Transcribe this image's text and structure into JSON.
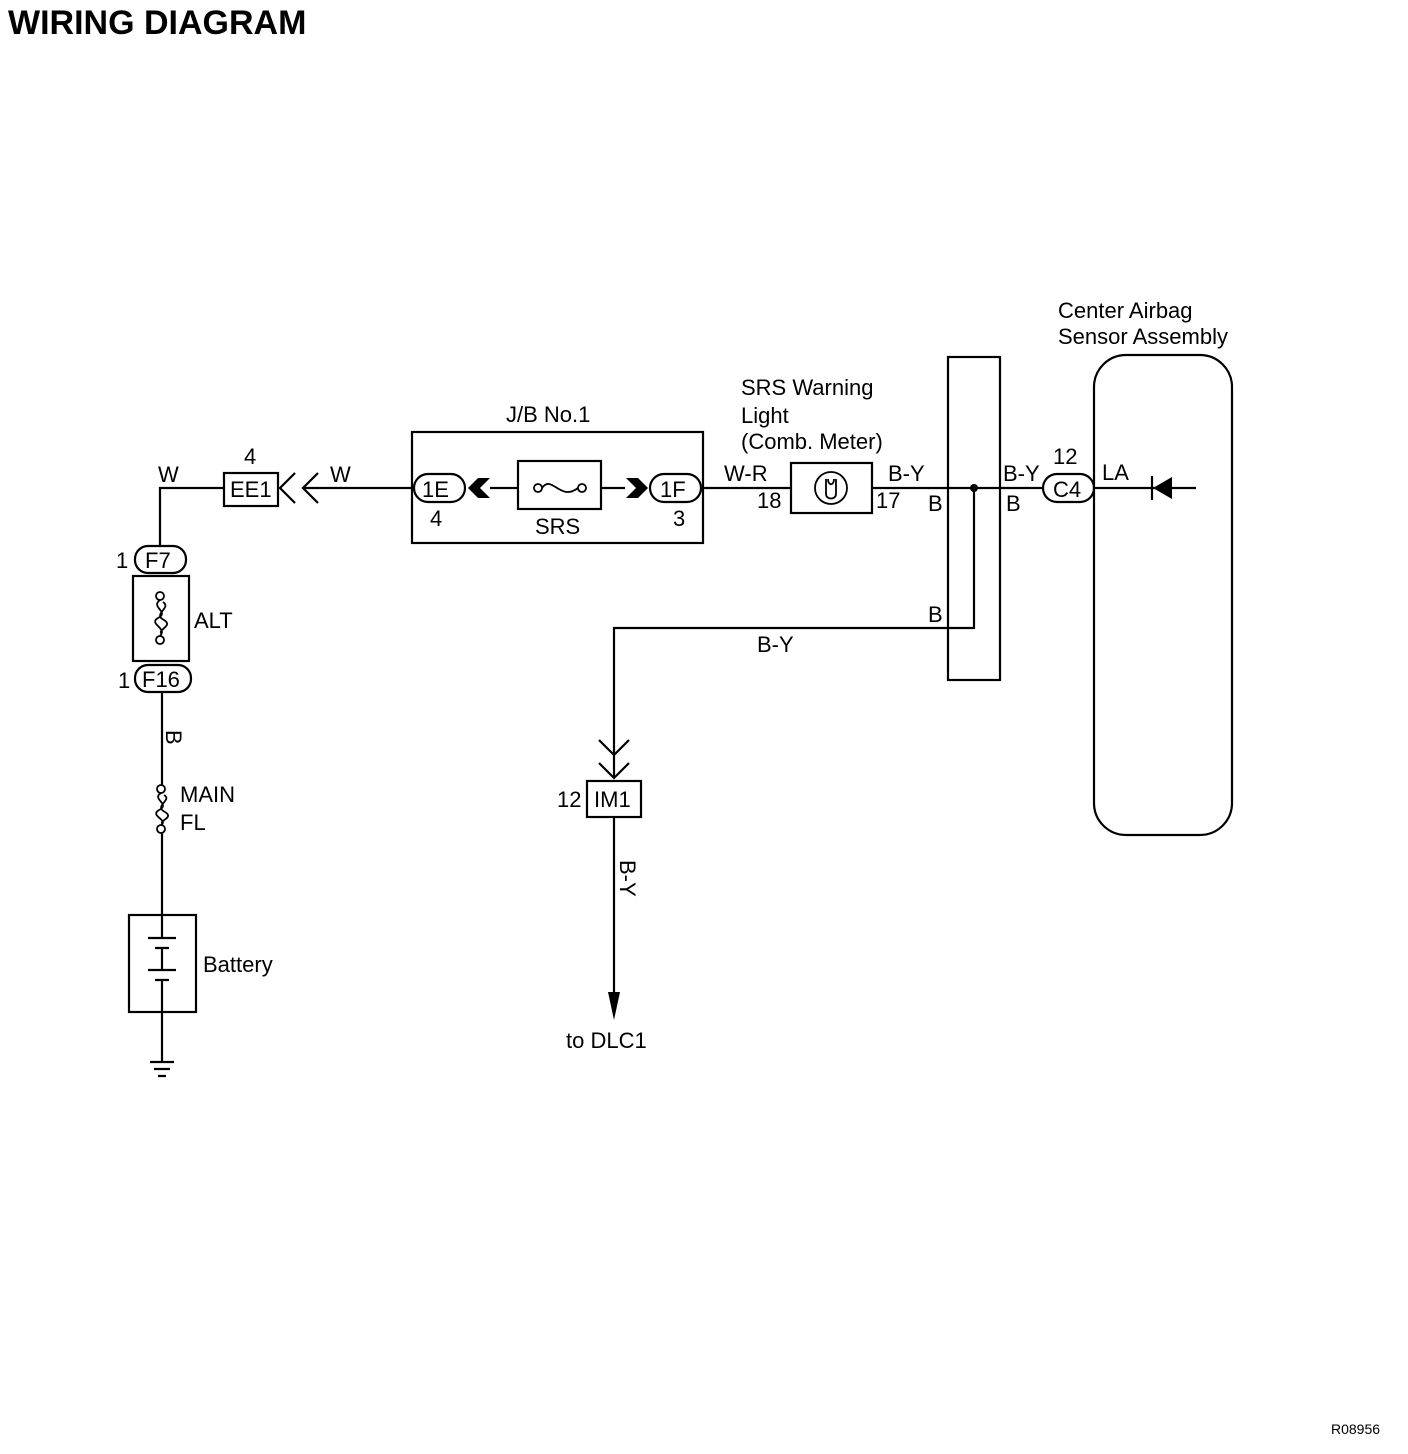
{
  "title": "WIRING DIAGRAM",
  "ref_code": "R08956",
  "components": {
    "center_airbag_sensor_line1": "Center Airbag",
    "center_airbag_sensor_line2": "Sensor Assembly",
    "srs_warning_line1": "SRS Warning",
    "srs_warning_line2": "Light",
    "srs_warning_line3": "(Comb. Meter)",
    "junction_block": "J/B No.1",
    "srs_fuse": "SRS",
    "alt_fuse": "ALT",
    "main_fl_line1": "MAIN",
    "main_fl_line2": "FL",
    "battery": "Battery",
    "dlc": "to DLC1"
  },
  "connectors": {
    "ee1": "EE1",
    "ee1_pin": "4",
    "f7": "F7",
    "f7_pin": "1",
    "f16": "F16",
    "f16_pin": "1",
    "jb_1e": "1E",
    "jb_1e_pin": "4",
    "jb_1f": "1F",
    "jb_1f_pin": "3",
    "meter_pin_in": "18",
    "meter_pin_out": "17",
    "c4": "C4",
    "c4_pin": "12",
    "la": "LA",
    "im1": "IM1",
    "im1_pin": "12"
  },
  "wires": {
    "w_left": "W",
    "w_jb": "W",
    "w_r": "W-R",
    "b_y_meter": "B-Y",
    "b_y_c4": "B-Y",
    "b_y_branch": "B-Y",
    "b_y_down": "B-Y",
    "b_vertical": "B",
    "b_splice_1": "B",
    "b_splice_2": "B",
    "b_splice_3": "B"
  }
}
